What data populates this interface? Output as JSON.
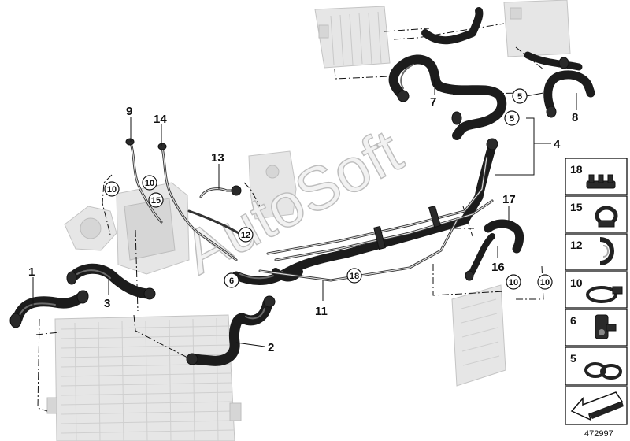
{
  "diagram": {
    "watermark": "AutoSoft",
    "document_number": "472997",
    "callouts": [
      "1",
      "2",
      "3",
      "4",
      "7",
      "8",
      "9",
      "11",
      "13",
      "14",
      "16",
      "17"
    ],
    "circled_callouts": [
      "5",
      "5",
      "6",
      "10",
      "10",
      "10",
      "10",
      "12",
      "15",
      "18"
    ],
    "legend": [
      "18",
      "15",
      "12",
      "10",
      "6",
      "5"
    ]
  }
}
